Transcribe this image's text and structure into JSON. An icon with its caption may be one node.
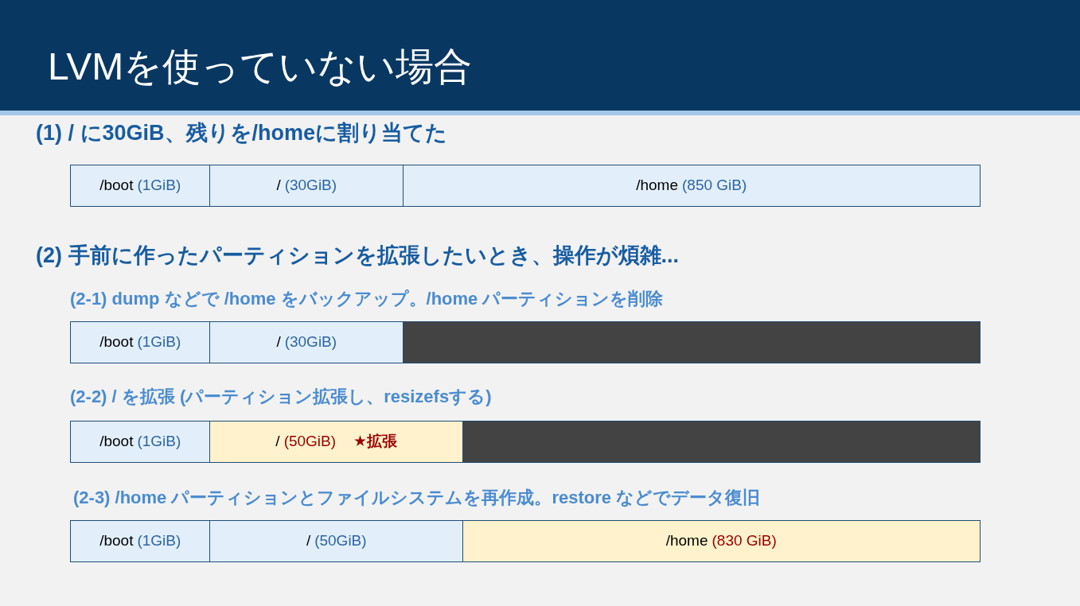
{
  "diagram": {
    "title": "LVMを使っていない場合",
    "nodes": [
      {
        "text": [
          "/boot",
          "(1GiB)"
        ]
      },
      {
        "text": [
          "/",
          "(30GiB)"
        ]
      },
      {
        "text": [
          "/home",
          "(850 GiB)"
        ]
      },
      {
        "text": [
          "/boot",
          "(1GiB)"
        ]
      },
      {
        "text": [
          "/",
          "(30GiB)"
        ]
      },
      {
        "text": [],
        "shape": "box"
      },
      {
        "text": [
          "/boot",
          "(1GiB)"
        ]
      },
      {
        "text": [
          "/",
          "(50GiB)",
          "★拡張"
        ]
      },
      {
        "text": [],
        "shape": "box"
      },
      {
        "text": [
          "/boot",
          "(1GiB)"
        ]
      },
      {
        "text": [
          "/",
          "(50GiB)"
        ]
      },
      {
        "text": [
          "/home",
          "(830 GiB)"
        ]
      }
    ],
    "labels": [
      "(1) / に30GiB、残りを/homeに割り当てた",
      "(2) 手前に作ったパーティションを拡張したいとき、操作が煩雑...",
      "(2-1) dump などで /home をバックアップ。/home パーティションを削除",
      "(2-2) / を拡張 (パーティション拡張し、resizefsする)",
      "(2-3) /home パーティションとファイルシステムを再作成。restore などでデータ復旧"
    ]
  }
}
